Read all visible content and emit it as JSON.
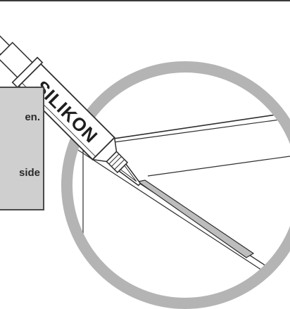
{
  "tube": {
    "label": "SILIKON"
  },
  "note": {
    "lines": [
      "en.",
      "side"
    ]
  },
  "colors": {
    "outline": "#2e2e2e",
    "ring": "#b4b4b4",
    "note_bg": "#cfcfcf",
    "bead": "#bdbdbd",
    "tube_fill": "#ffffff"
  }
}
